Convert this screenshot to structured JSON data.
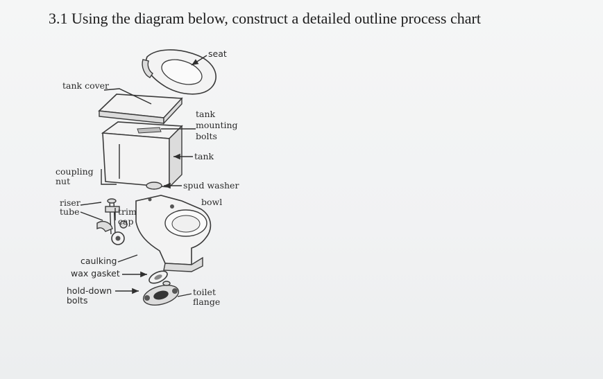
{
  "question": "3.1 Using the diagram below, construct a detailed outline process chart",
  "labels": {
    "seat": "seat",
    "tank_cover": "tank cover",
    "tank_mounting_bolts_1": "tank",
    "tank_mounting_bolts_2": "mounting",
    "tank_mounting_bolts_3": "bolts",
    "tank": "tank",
    "coupling_nut_1": "coupling",
    "coupling_nut_2": "nut",
    "spud_washer": "spud washer",
    "riser_tube_1": "riser",
    "riser_tube_2": "tube",
    "trim_cap_1": "trim",
    "trim_cap_2": "cap",
    "bowl": "bowl",
    "caulking": "caulking",
    "wax_gasket": "wax gasket",
    "hold_down_bolts_1": "hold-down",
    "hold_down_bolts_2": "bolts",
    "toilet_flange_1": "toilet",
    "toilet_flange_2": "flange"
  }
}
